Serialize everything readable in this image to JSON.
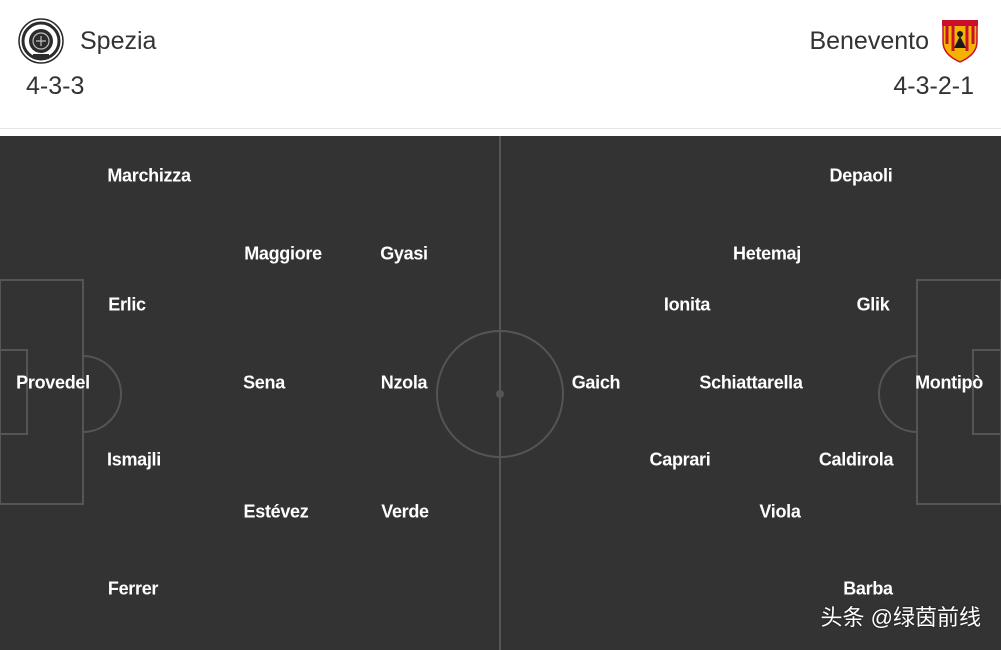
{
  "home": {
    "name": "Spezia",
    "formation": "4-3-3",
    "crest_icon": "spezia-crest-icon"
  },
  "away": {
    "name": "Benevento",
    "formation": "4-3-2-1",
    "crest_icon": "benevento-crest-icon"
  },
  "home_players": {
    "gk": "Provedel",
    "lb": "Marchizza",
    "lcb": "Erlic",
    "rcb": "Ismajli",
    "rb": "Ferrer",
    "lcm": "Maggiore",
    "cm": "Sena",
    "rcm": "Estévez",
    "lw": "Gyasi",
    "st": "Nzola",
    "rw": "Verde"
  },
  "away_players": {
    "gk": "Montipò",
    "rb": "Depaoli",
    "rcb": "Glik",
    "lcb": "Caldirola",
    "lb": "Barba",
    "rcm": "Hetemaj",
    "cm": "Schiattarella",
    "lcm": "Viola",
    "ram": "Ionita",
    "lam": "Caprari",
    "st": "Gaich"
  },
  "colors": {
    "pitch": "#333333",
    "lines": "#555555",
    "player_text": "#ffffff"
  },
  "watermark": "头条 @绿茵前线"
}
